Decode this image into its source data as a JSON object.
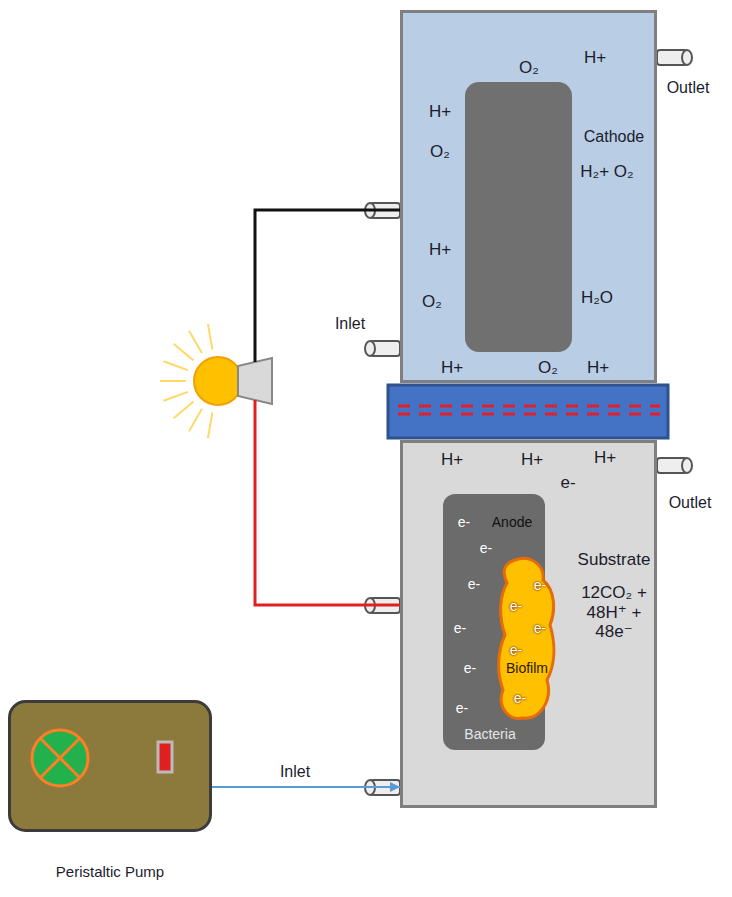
{
  "diagram": {
    "nodes": [
      {
        "text": [
          "O₂",
          "H+",
          "H+",
          "O₂",
          "H+",
          "O₂",
          "O₂",
          "H+",
          "H+"
        ]
      },
      {
        "text": [
          "Cathode"
        ],
        "in": 0
      },
      {
        "text": [
          "H+",
          "H+",
          "H+",
          "e-"
        ]
      },
      {
        "text": [
          "Anode",
          "e-",
          "e-",
          "e-",
          "e-",
          "e-",
          "e-",
          "Bacteria"
        ],
        "in": 2
      },
      {
        "text": [
          "e-",
          "e-",
          "e-",
          "e-",
          "Biofilm",
          "e-"
        ],
        "in": 2
      },
      {
        "text": [
          "Peristaltic Pump"
        ]
      }
    ],
    "edges": [
      {
        "from": 1,
        "to": 3,
        "arrow": "none"
      },
      {
        "from": 5,
        "to": 2,
        "arrow": "to",
        "label": "Inlet"
      }
    ],
    "labels": [
      "Outlet",
      "H₂+ O₂",
      "Inlet",
      "H₂O",
      "Outlet",
      "Substrate",
      "12CO₂ + 48H⁺ + 48e⁻"
    ]
  }
}
